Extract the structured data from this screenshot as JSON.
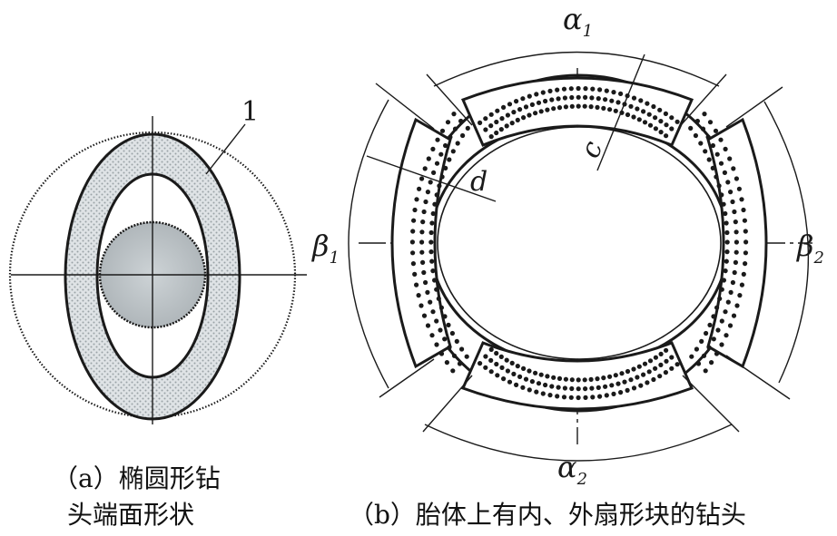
{
  "part_a": {
    "label_1": "1",
    "caption_line1": "（a）椭圆形钻",
    "caption_line2": "头端面形状"
  },
  "part_b": {
    "label_alpha": "α",
    "label_beta": "β",
    "sub_1": "1",
    "sub_2": "2",
    "label_c": "c",
    "label_d": "d",
    "caption": "（b）胎体上有内、外扇形块的钻头"
  },
  "colors": {
    "line": "#1a1a1a",
    "fill_pattern": "#c9cfd3",
    "core_fill": "#b4bbbf"
  }
}
